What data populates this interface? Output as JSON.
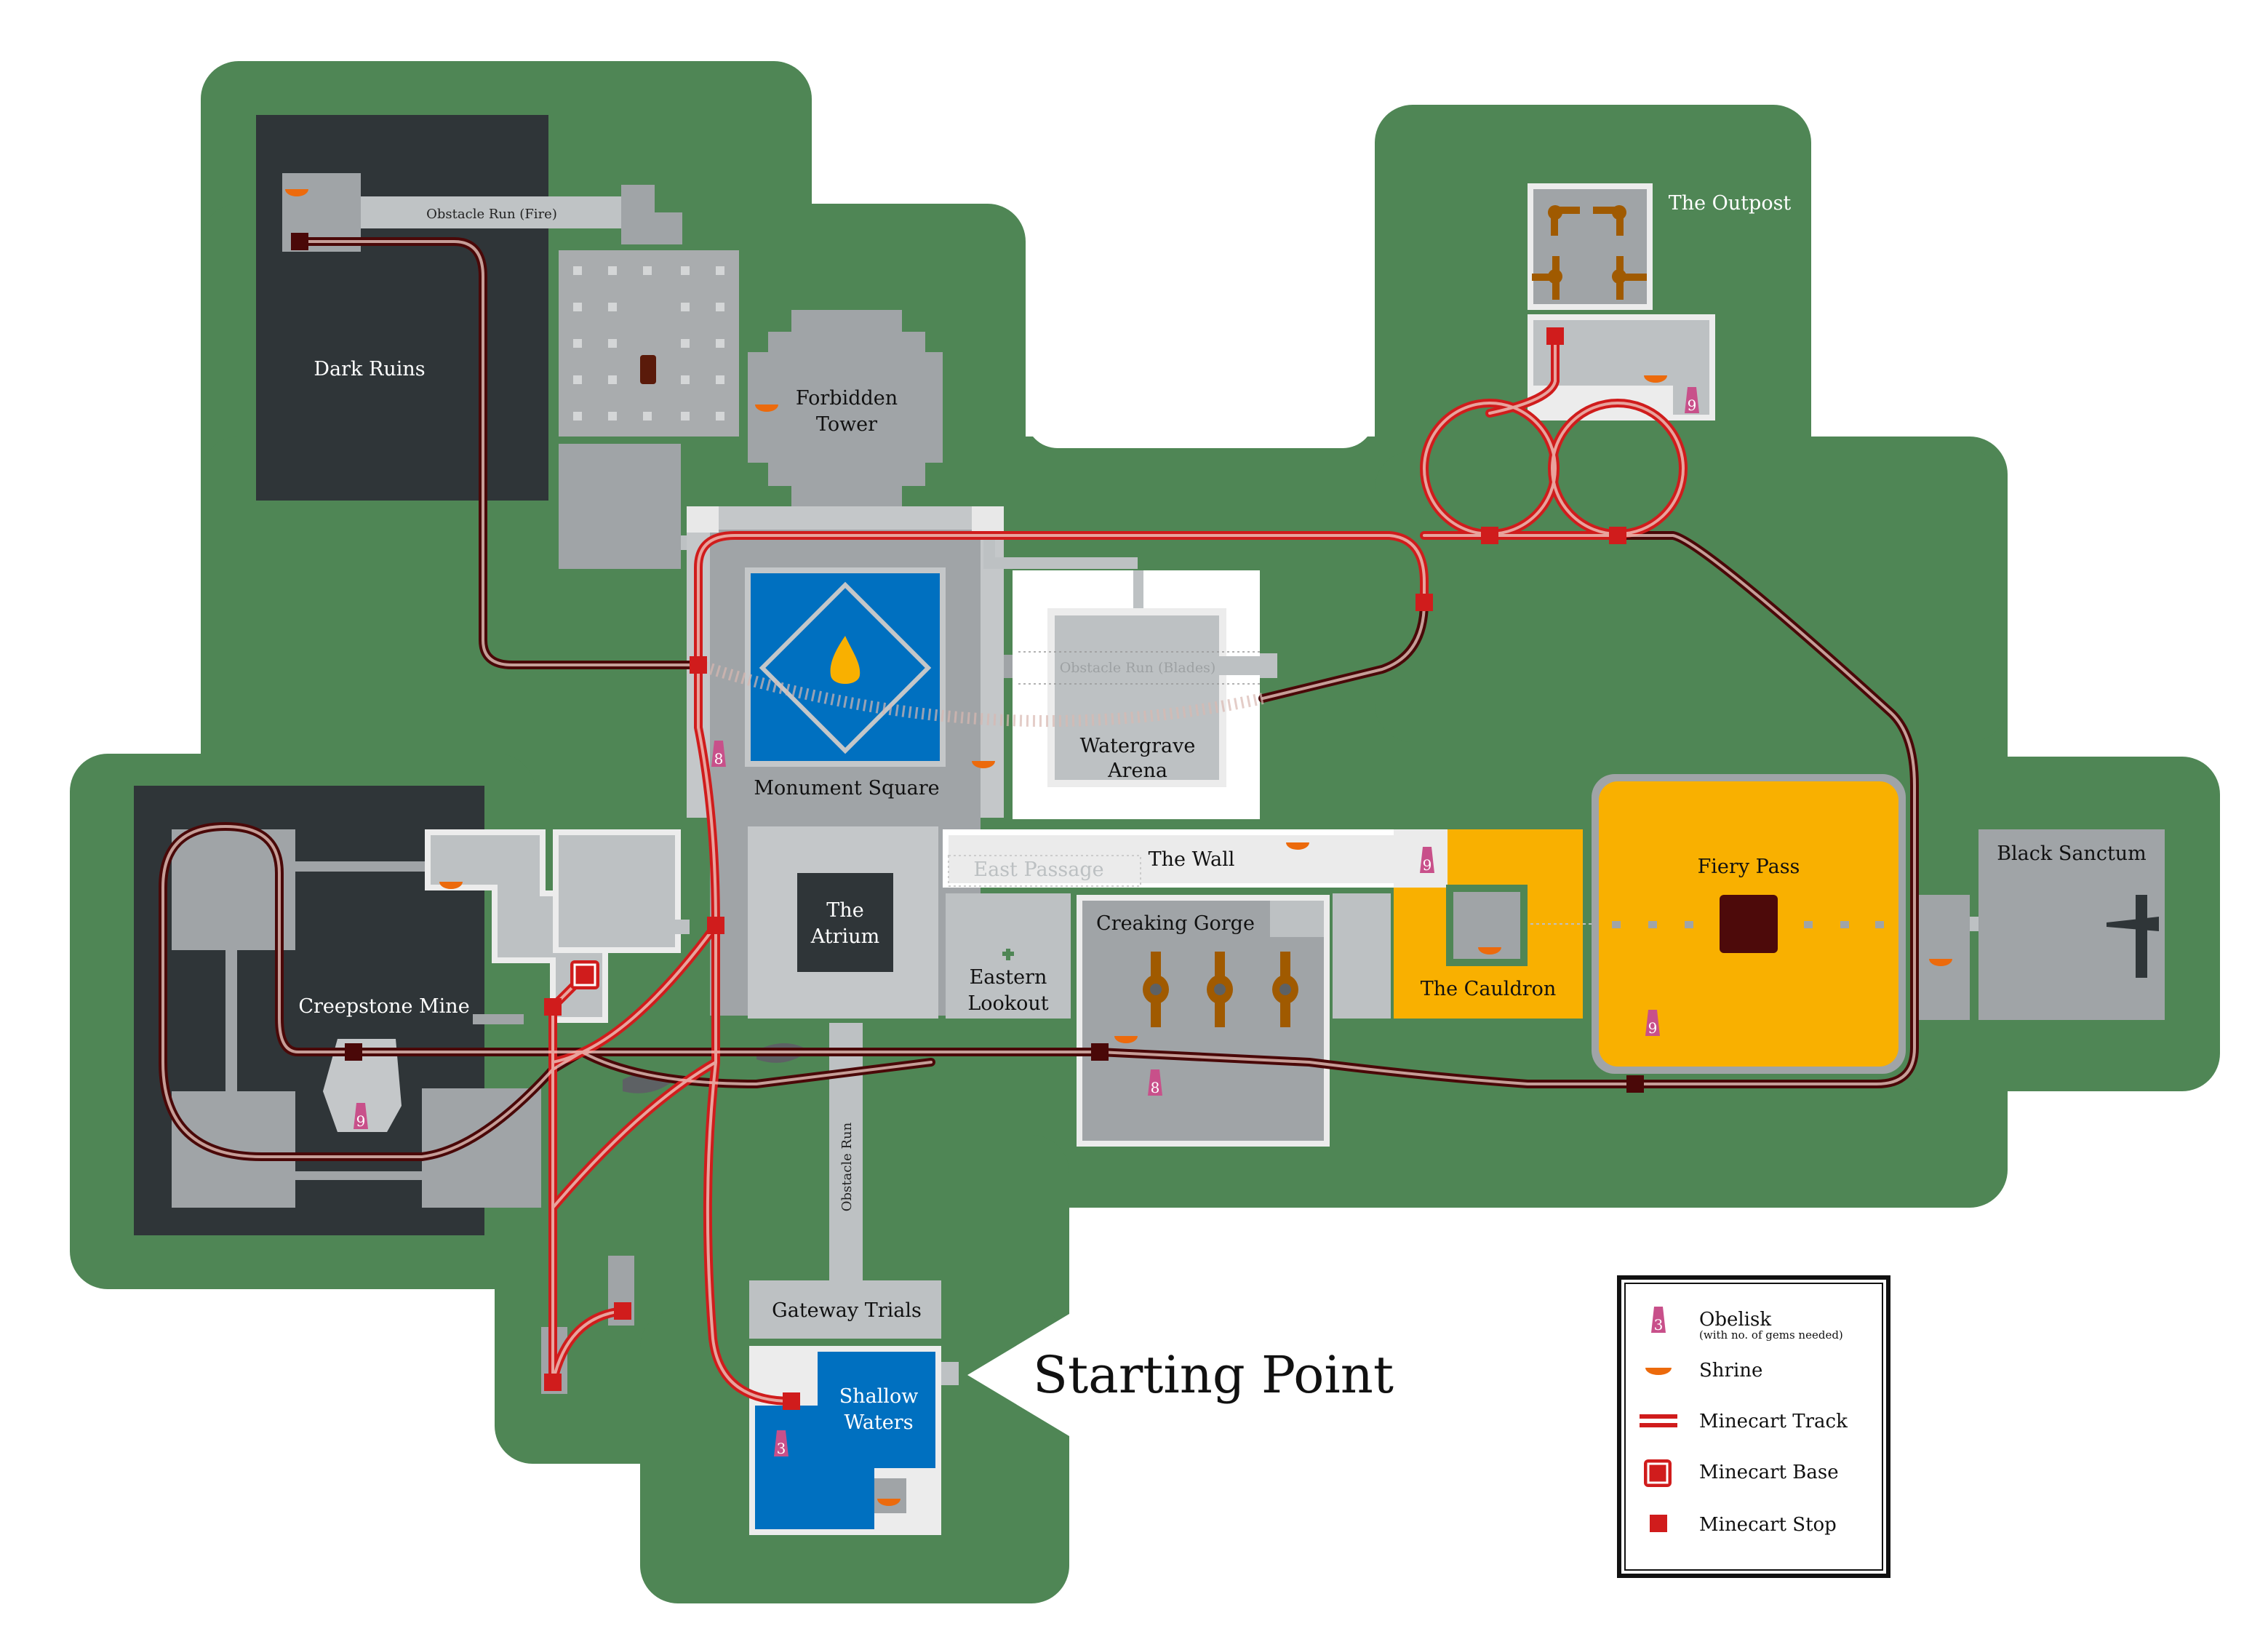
{
  "title": "Starting Point",
  "colors": {
    "land": "#4f8655",
    "dark_zone": "#2f3538",
    "room": "#a0a4a7",
    "room_light": "#bdc1c3",
    "water": "#0070c0",
    "fire_zone": "#f9b000",
    "track_red": "#d01c1c",
    "track_dark": "#4a0808",
    "obelisk": "#c8508a",
    "shrine": "#ec6a0c"
  },
  "locations": {
    "dark_ruins": "Dark Ruins",
    "obstacle_run_fire": "Obstacle Run (Fire)",
    "forbidden_tower_1": "Forbidden",
    "forbidden_tower_2": "Tower",
    "monument_square": "Monument Square",
    "obstacle_run_blades": "Obstacle Run (Blades)",
    "watergrave_1": "Watergrave",
    "watergrave_2": "Arena",
    "the_outpost": "The Outpost",
    "east_passage": "East Passage",
    "the_wall": "The Wall",
    "atrium_1": "The",
    "atrium_2": "Atrium",
    "eastern_lookout_1": "Eastern",
    "eastern_lookout_2": "Lookout",
    "creaking_gorge": "Creaking Gorge",
    "the_cauldron": "The Cauldron",
    "fiery_pass": "Fiery Pass",
    "black_sanctum": "Black Sanctum",
    "creepstone_mine": "Creepstone Mine",
    "obstacle_run": "Obstacle Run",
    "gateway_trials": "Gateway Trials",
    "shallow_waters_1": "Shallow",
    "shallow_waters_2": "Waters"
  },
  "obelisks": {
    "monument_square": "8",
    "creepstone_mine": "9",
    "the_wall": "9",
    "the_outpost": "9",
    "fiery_pass": "9",
    "creaking_gorge": "8",
    "shallow_waters": "3"
  },
  "legend": {
    "obelisk": "Obelisk",
    "obelisk_note": "(with no. of gems needed)",
    "obelisk_sample": "3",
    "shrine": "Shrine",
    "track": "Minecart Track",
    "base": "Minecart Base",
    "stop": "Minecart Stop"
  }
}
